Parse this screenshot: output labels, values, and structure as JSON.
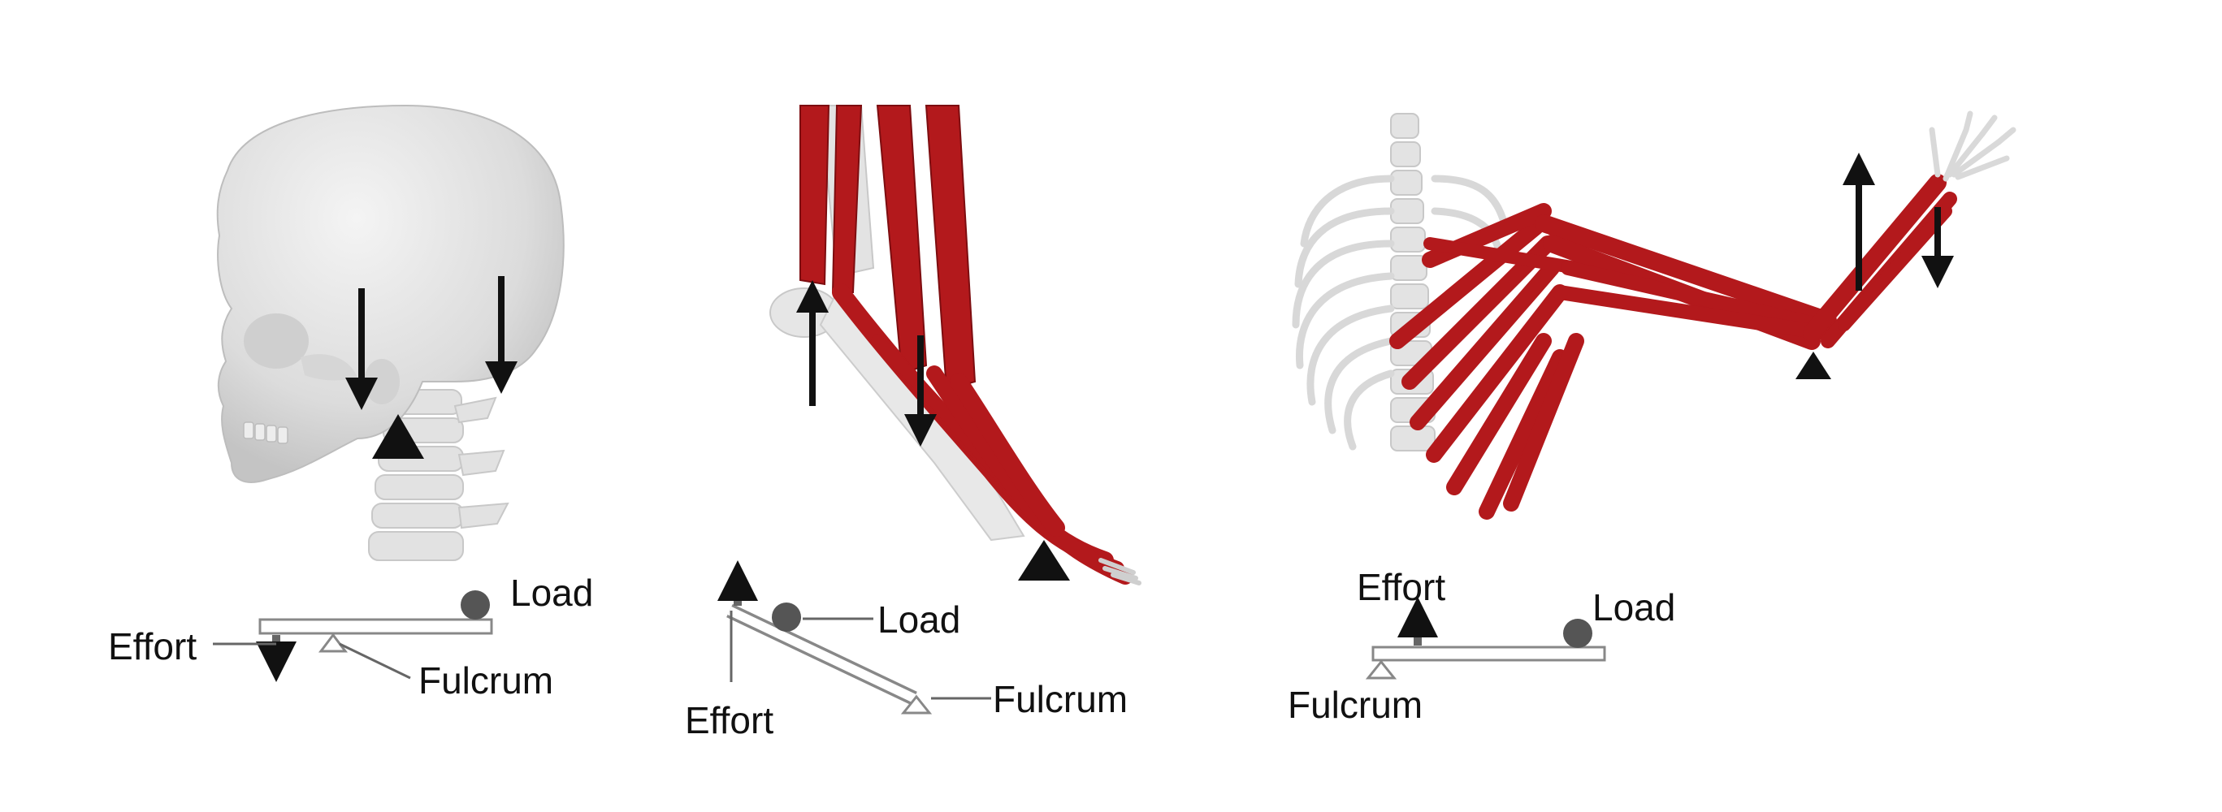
{
  "panels": [
    {
      "subject": "skull-and-neck",
      "lever_class": "first-class",
      "labels": {
        "effort": "Effort",
        "load": "Load",
        "fulcrum": "Fulcrum"
      }
    },
    {
      "subject": "foot-and-calf",
      "lever_class": "second-class",
      "labels": {
        "effort": "Effort",
        "load": "Load",
        "fulcrum": "Fulcrum"
      }
    },
    {
      "subject": "arm-and-shoulder",
      "lever_class": "third-class",
      "labels": {
        "effort": "Effort",
        "load": "Load",
        "fulcrum": "Fulcrum"
      }
    }
  ],
  "colors": {
    "muscle": "#b3191c",
    "muscle_dark": "#7d0d10",
    "bone": "#e6e6e6",
    "bone_shade": "#c9c9c9",
    "arrow": "#111111",
    "schematic": "#888888"
  }
}
